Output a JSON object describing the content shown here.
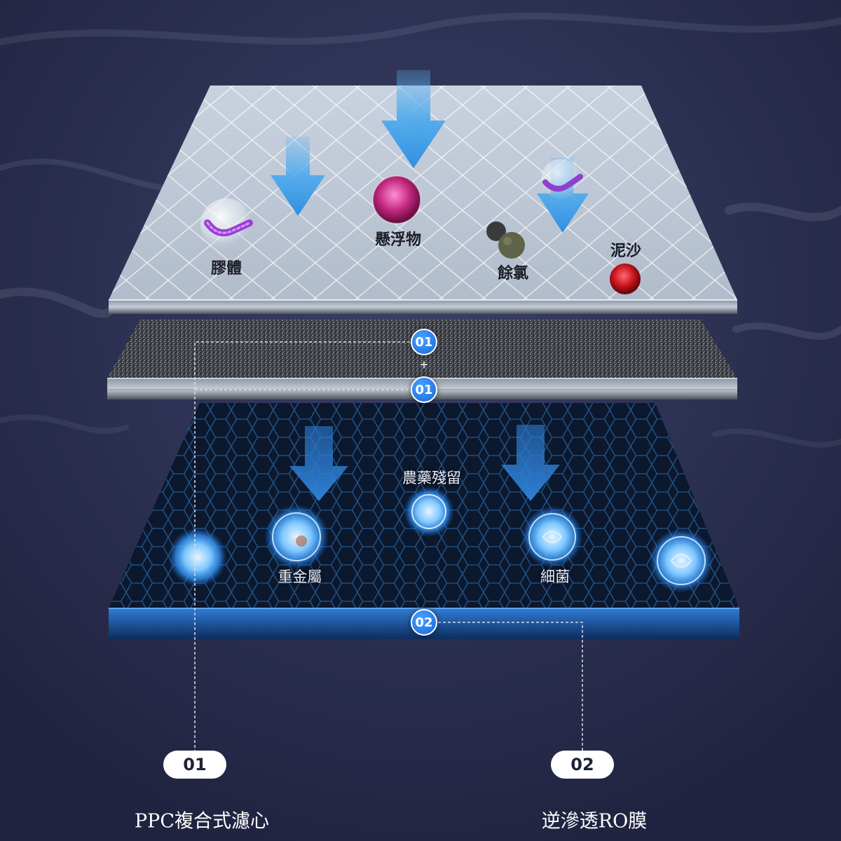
{
  "layers": {
    "top": {
      "particles": [
        {
          "label": "膠體",
          "icon": "colloid-worm-icon"
        },
        {
          "label": "懸浮物",
          "icon": "suspended-solid-icon"
        },
        {
          "label": "餘氯",
          "icon": "residual-chlorine-icon"
        },
        {
          "label": "泥沙",
          "icon": "silt-icon"
        }
      ]
    },
    "bottom": {
      "particles": [
        {
          "label": "重金屬",
          "icon": "heavy-metal-icon"
        },
        {
          "label": "農藥殘留",
          "icon": "pesticide-residue-icon"
        },
        {
          "label": "細菌",
          "icon": "bacteria-icon"
        }
      ]
    }
  },
  "badges": {
    "b1": "01",
    "plus": "+",
    "b2": "01",
    "b3": "02"
  },
  "legend": [
    {
      "number": "01",
      "caption": "PPC複合式濾心"
    },
    {
      "number": "02",
      "caption": "逆滲透RO膜"
    }
  ],
  "colors": {
    "background": "#272b4a",
    "arrow": "#3d9ee6",
    "badge": "#1e7be8",
    "glow": "#4fb4ff"
  }
}
